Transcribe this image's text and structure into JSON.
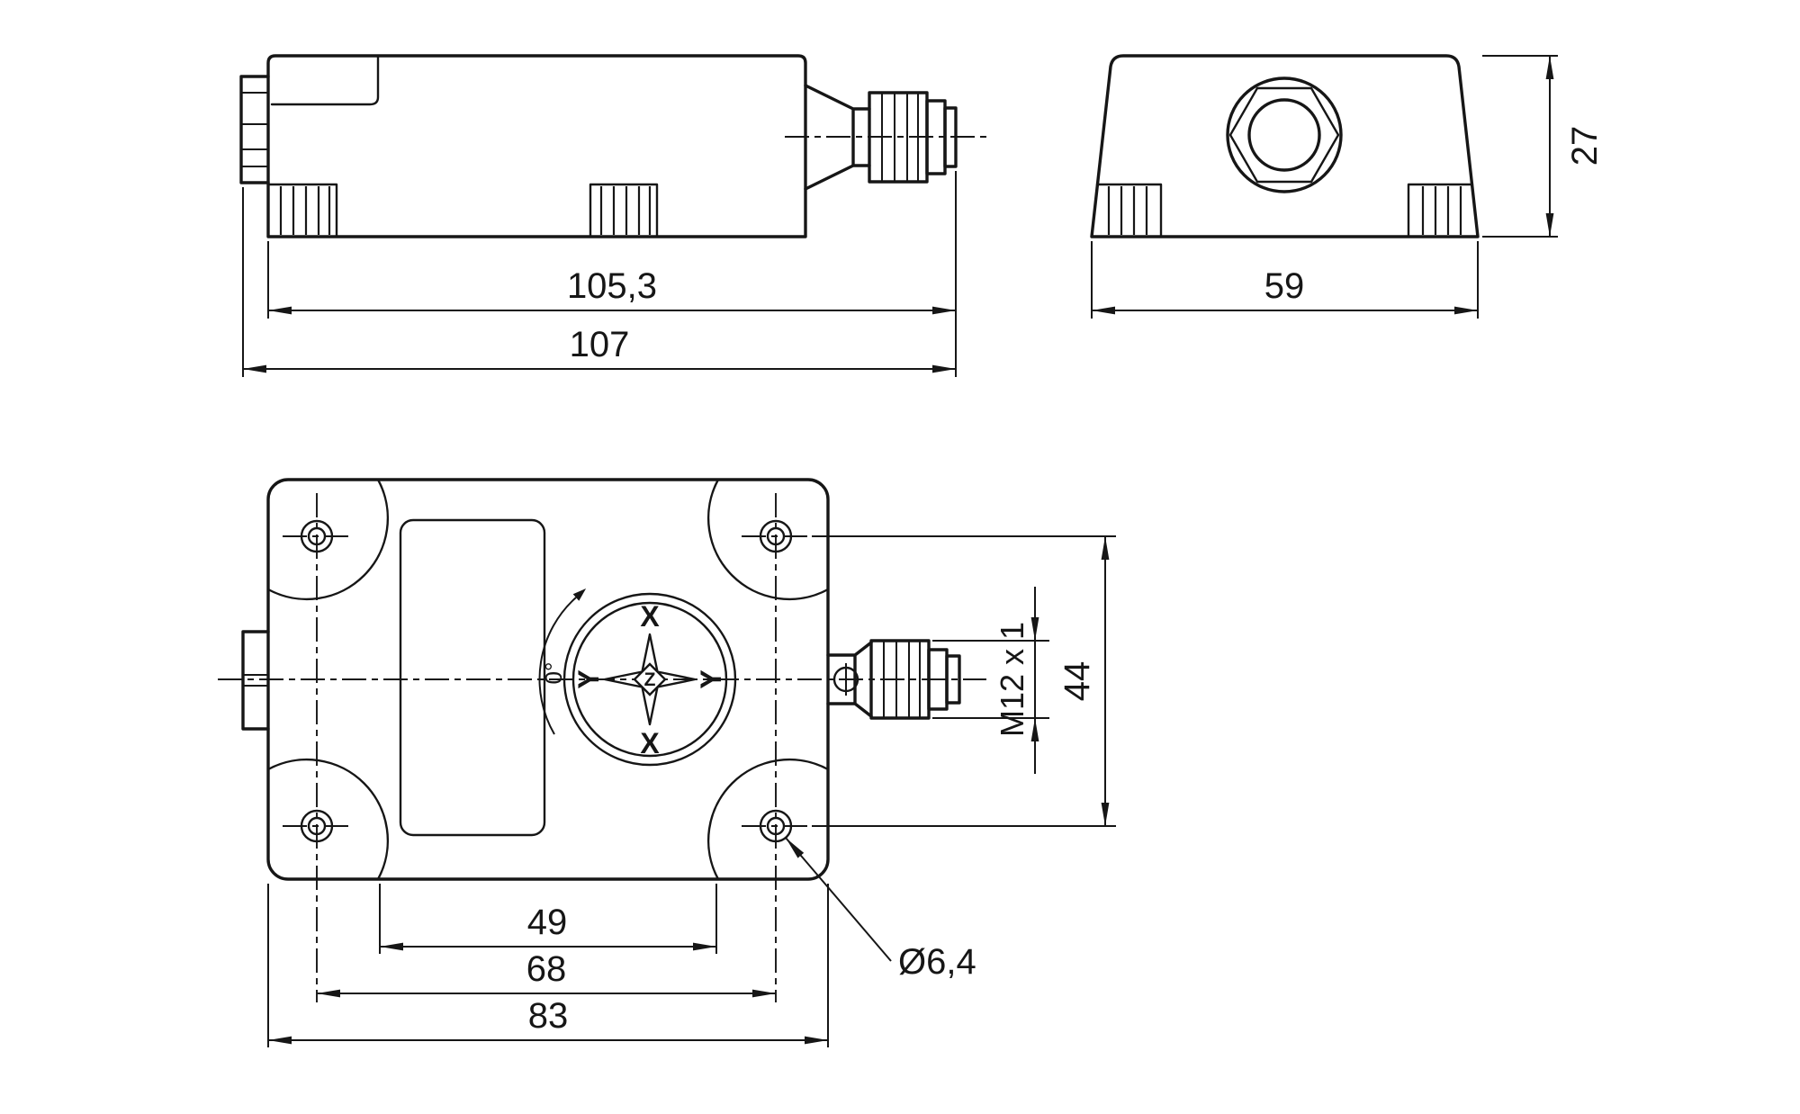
{
  "colors": {
    "line": "#161616",
    "background": "#ffffff"
  },
  "views": {
    "side": {
      "length_upper": "105,3",
      "length_total": "107"
    },
    "end": {
      "width": "59",
      "height": "27"
    },
    "top": {
      "feet_spacing": "49",
      "hole_spacing_horizontal": "68",
      "housing_width": "83",
      "hole_spacing_vertical": "44",
      "connector_thread": "M12 x 1",
      "mounting_hole_diameter": "Ø6,4",
      "axes": {
        "x_top": "X",
        "x_bottom": "X",
        "y_left": "Y",
        "y_right": "Y",
        "zero_reference": "0°",
        "z_center": "Z"
      }
    }
  }
}
